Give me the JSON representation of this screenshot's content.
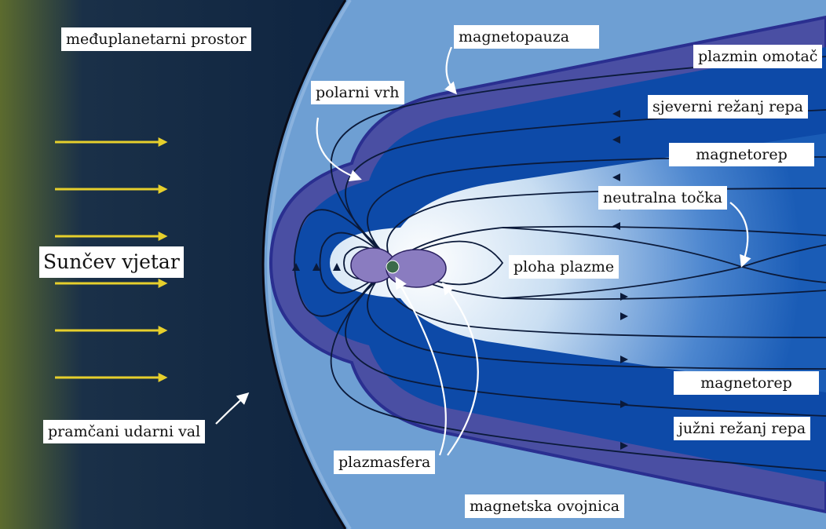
{
  "labels": {
    "interplanetary": "međuplanetarni prostor",
    "magnetopause": "magnetopauza",
    "plasma_mantle": "plazmin omotač",
    "polar_cusp": "polarni vrh",
    "north_lobe": "sjeverni režanj repa",
    "magnetotail_top": "magnetorep",
    "neutral_point": "neutralna točka",
    "solar_wind": "Sunčev vjetar",
    "plasma_sheet": "ploha plazme",
    "magnetotail_bottom": "magnetorep",
    "south_lobe": "južni režanj repa",
    "bow_shock": "pramčani udarni val",
    "plasmasphere": "plazmasfera",
    "magnetosheath": "magnetska ovojnica"
  },
  "colors": {
    "space_dark": "#0d2340",
    "space_edge": "#5c6b2e",
    "sheath": "#6e9fd3",
    "outer_band": "#4a4fa3",
    "lobe": "#0d4aa8",
    "inner_light": "#c9def2",
    "plasmasphere": "#8a7cc0",
    "solar_wind_arrow": "#e6cf2c"
  }
}
